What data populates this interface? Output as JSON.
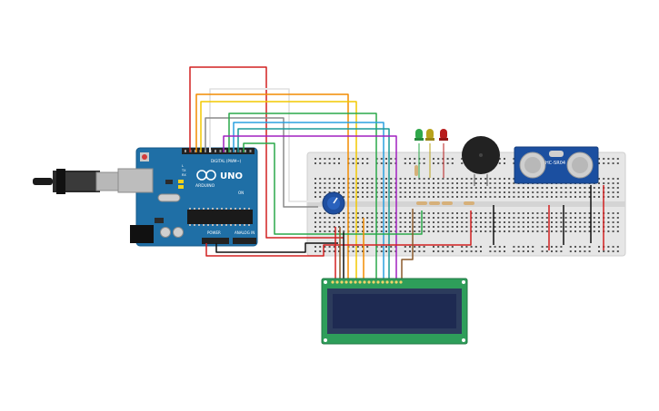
{
  "arduino": {
    "brand": "ARDUINO",
    "model": "UNO",
    "digital_label": "DIGITAL (PWM~)",
    "power_label": "POWER",
    "analog_label": "ANALOG IN",
    "on_label": "ON",
    "tx_label": "TX",
    "rx_label": "RX",
    "l_label": "L",
    "board_color": "#1f6fa6"
  },
  "sensor": {
    "model": "HC-SR04",
    "color": "#1b4fa0"
  },
  "leds": [
    {
      "name": "green",
      "color": "#2fa84a"
    },
    {
      "name": "yellow",
      "color": "#b8a21a"
    },
    {
      "name": "red",
      "color": "#b81c1c"
    }
  ],
  "lcd": {
    "pcb_color": "#2e9e5a",
    "screen_color": "#1e2a52"
  },
  "breadboard": {
    "color": "#e8e8e8"
  },
  "buzzer": {
    "color": "#222222"
  },
  "potentiometer": {
    "color": "#1f4fa0"
  },
  "wire_colors": [
    "#d22020",
    "#f28c00",
    "#f2c800",
    "#2aa84a",
    "#2aa0e0",
    "#8a8a8a",
    "#a020c0",
    "#8b5a2b",
    "#111111",
    "#ffffff"
  ]
}
